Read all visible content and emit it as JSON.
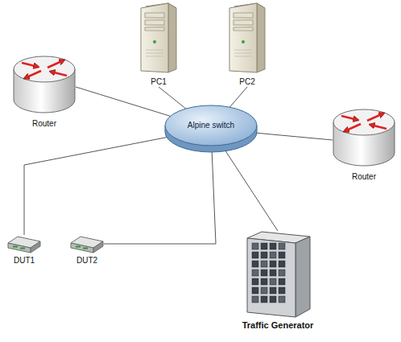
{
  "diagram": {
    "nodes": [
      {
        "text": [
          "PC1"
        ]
      },
      {
        "text": [
          "PC2"
        ]
      },
      {
        "text": [
          "Router"
        ]
      },
      {
        "text": [
          "Alpine switch"
        ]
      },
      {
        "text": [
          "Router"
        ]
      },
      {
        "text": [
          "DUT1"
        ]
      },
      {
        "text": [
          "DUT2"
        ]
      },
      {
        "text": [
          "Traffic Generator"
        ]
      }
    ],
    "edges": [
      {
        "from": 3,
        "to": 0,
        "arrow": "none"
      },
      {
        "from": 3,
        "to": 1,
        "arrow": "none"
      },
      {
        "from": 3,
        "to": 2,
        "arrow": "none"
      },
      {
        "from": 3,
        "to": 4,
        "arrow": "none"
      },
      {
        "from": 3,
        "to": 5,
        "arrow": "none"
      },
      {
        "from": 3,
        "to": 6,
        "arrow": "none"
      },
      {
        "from": 3,
        "to": 7,
        "arrow": "none"
      }
    ]
  }
}
